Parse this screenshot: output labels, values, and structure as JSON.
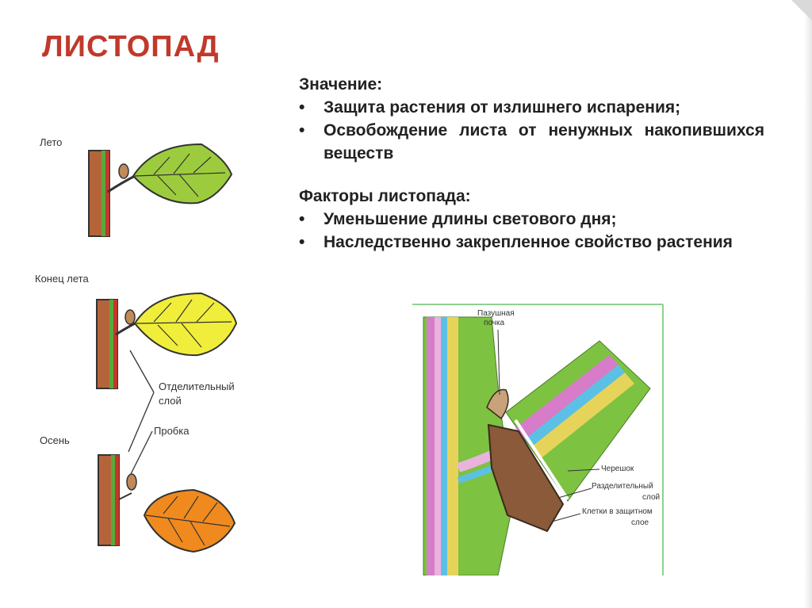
{
  "slide": {
    "title": "ЛИСТОПАД",
    "accent_color": "#c0392b"
  },
  "meaning": {
    "heading": "Значение:",
    "items": [
      "Защита растения от излишнего испарения;",
      "Освобождение листа от ненужных накопившихся веществ"
    ]
  },
  "factors": {
    "heading": "Факторы листопада:",
    "items": [
      "Уменьшение длины светового дня;",
      "Наследственно закрепленное свойство растения"
    ]
  },
  "left_diagram": {
    "stage_summer": "Лето",
    "stage_late_summer": "Конец лета",
    "stage_autumn": "Осень",
    "label_separating_layer_line1": "Отделительный",
    "label_separating_layer_line2": "слой",
    "label_cork": "Пробка",
    "leaf_colors": {
      "summer": "#9ccc3d",
      "late_summer": "#f0ee3a",
      "autumn": "#f08a1e"
    }
  },
  "right_diagram": {
    "label_bud_line1": "Пазушная",
    "label_bud_line2": "почка",
    "label_petiole": "Черешок",
    "label_separating_line1": "Разделительный",
    "label_separating_line2": "слой",
    "label_cells_line1": "Клетки в защитном",
    "label_cells_line2": "слое"
  }
}
